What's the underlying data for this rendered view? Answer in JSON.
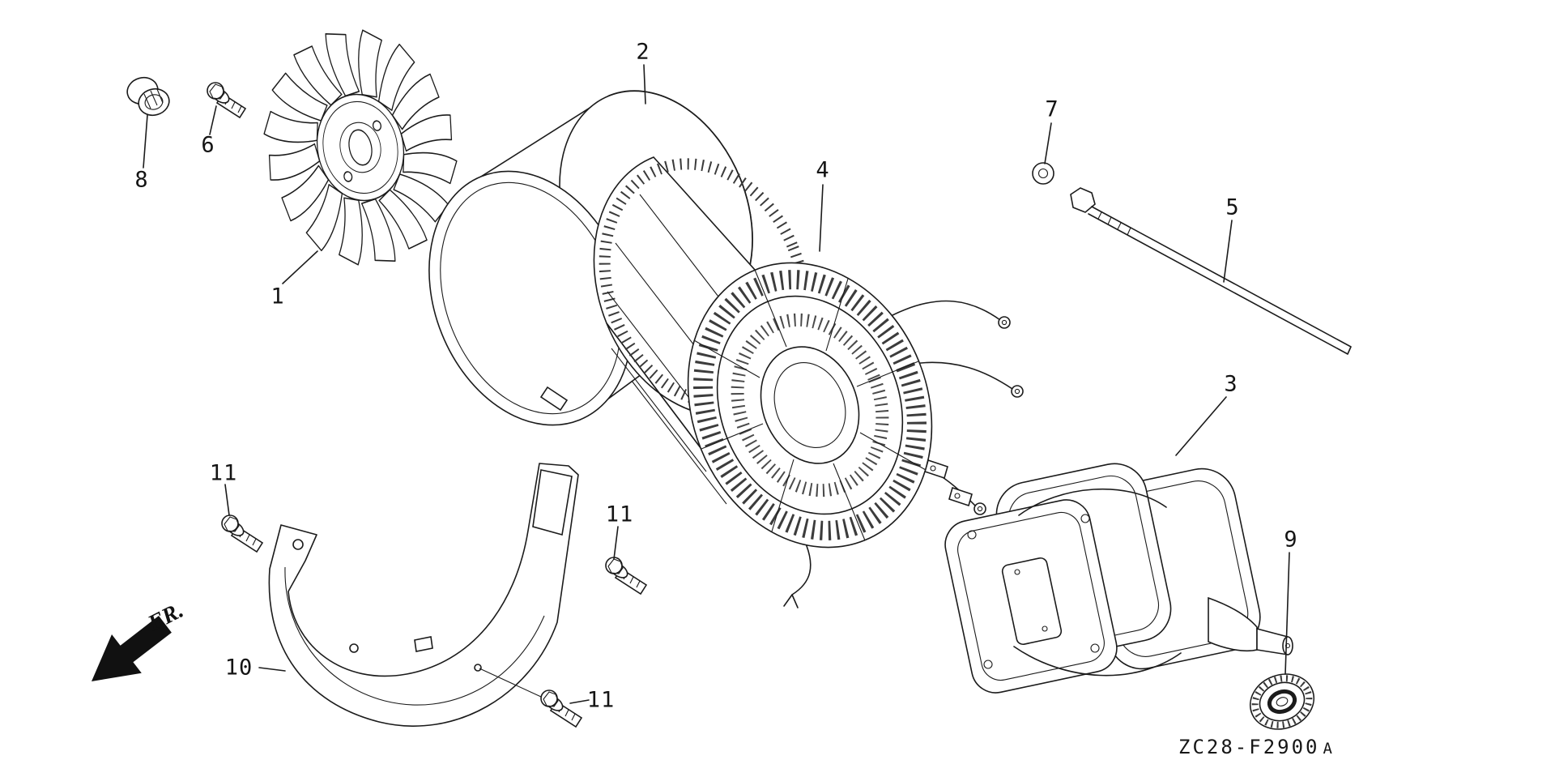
{
  "diagram": {
    "code": "ZC28-F2900",
    "code_suffix": "A",
    "front_label": "FR."
  },
  "callouts": [
    "1",
    "2",
    "3",
    "4",
    "5",
    "6",
    "7",
    "8",
    "9",
    "10",
    "11",
    "11",
    "11"
  ]
}
